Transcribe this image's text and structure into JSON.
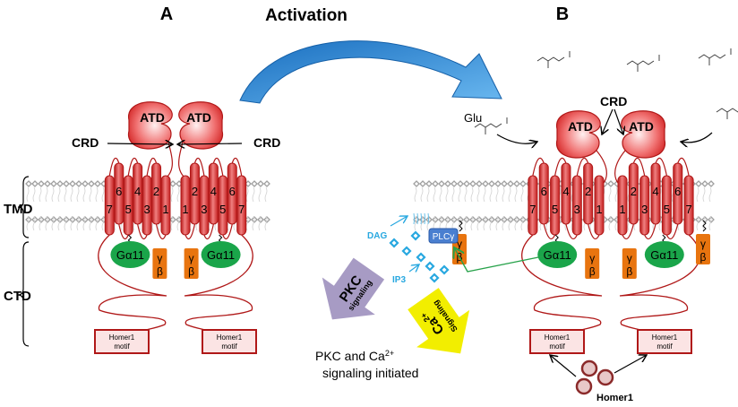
{
  "panels": {
    "a": "A",
    "b": "B"
  },
  "activation": "Activation",
  "regions": {
    "tmd": "TMD",
    "ctd": "CTD"
  },
  "receptor": {
    "atd": "ATD",
    "crd": "CRD",
    "g_alpha": "Gα11",
    "gamma": "γ",
    "beta": "β",
    "homer_motif_line1": "Homer1",
    "homer_motif_line2": "motif",
    "helices": [
      "1",
      "2",
      "3",
      "4",
      "5",
      "6",
      "7"
    ]
  },
  "ligand": "Glu",
  "signaling": {
    "plc": "PLCγ",
    "dag": "DAG",
    "ip3": "IP3",
    "pkc_main": "PKC",
    "pkc_sub": "signaling",
    "ca_main": "Ca",
    "ca_sup": "2+",
    "ca_sub": "Signaling",
    "result_line1_a": "PKC and Ca",
    "result_line1_sup": "2+",
    "result_line2": "signaling initiated"
  },
  "homer1": "Homer1",
  "colors": {
    "receptor": "#d62828",
    "receptor_outline": "#b01818",
    "g_alpha": "#1aa54a",
    "gbg": "#e8740f",
    "activation_arrow": "#1f7fd0",
    "pkc_arrow": "#a79bc4",
    "ca_arrow": "#f2ee00",
    "plc": "#4a7fd0",
    "cyan": "#28a8e0",
    "homer": "#8b2a2a",
    "membrane": "#a0a0a0",
    "green_arrow": "#27a24a"
  }
}
